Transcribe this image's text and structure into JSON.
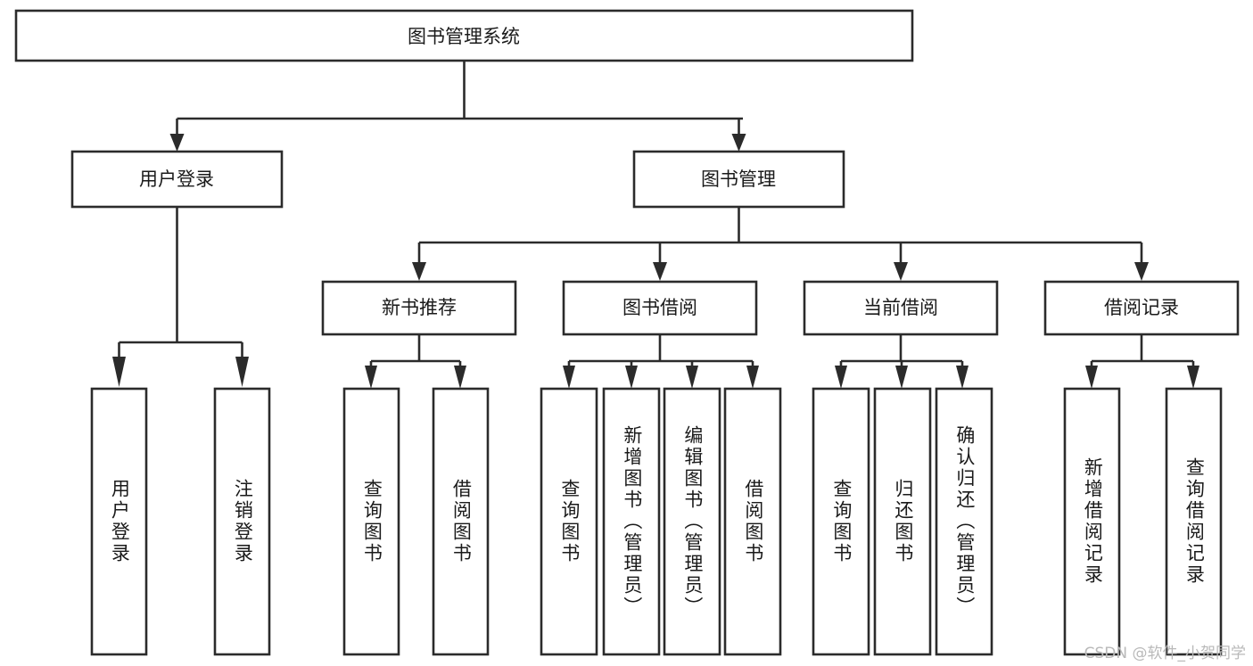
{
  "diagram": {
    "title": "图书管理系统",
    "type": "hierarchy-tree",
    "root": {
      "label": "图书管理系统",
      "orientation": "horizontal"
    },
    "level2": [
      {
        "label": "用户登录",
        "orientation": "horizontal"
      },
      {
        "label": "图书管理",
        "orientation": "horizontal"
      }
    ],
    "level3": [
      {
        "label": "新书推荐",
        "orientation": "horizontal"
      },
      {
        "label": "图书借阅",
        "orientation": "horizontal"
      },
      {
        "label": "当前借阅",
        "orientation": "horizontal"
      },
      {
        "label": "借阅记录",
        "orientation": "horizontal"
      }
    ],
    "leaves": {
      "user_login": [
        {
          "label": "用户登录",
          "orientation": "vertical"
        },
        {
          "label": "注销登录",
          "orientation": "vertical"
        }
      ],
      "new_book_recommend": [
        {
          "label": "查询图书",
          "orientation": "vertical"
        },
        {
          "label": "借阅图书",
          "orientation": "vertical"
        }
      ],
      "book_borrow": [
        {
          "label": "查询图书",
          "orientation": "vertical"
        },
        {
          "label": "新增图书（管理员）",
          "orientation": "vertical"
        },
        {
          "label": "编辑图书（管理员）",
          "orientation": "vertical"
        },
        {
          "label": "借阅图书",
          "orientation": "vertical"
        }
      ],
      "current_borrow": [
        {
          "label": "查询图书",
          "orientation": "vertical"
        },
        {
          "label": "归还图书",
          "orientation": "vertical"
        },
        {
          "label": "确认归还（管理员）",
          "orientation": "vertical"
        }
      ],
      "borrow_record": [
        {
          "label": "新增借阅记录",
          "orientation": "vertical"
        },
        {
          "label": "查询借阅记录",
          "orientation": "vertical"
        }
      ]
    }
  },
  "watermark": {
    "text": "CSDN @软件_小贺同学"
  },
  "colors": {
    "stroke": "#2b2b2b",
    "fill": "#ffffff",
    "text": "#1a1a1a",
    "watermark": "#b9b9b9",
    "background": "#ffffff"
  }
}
